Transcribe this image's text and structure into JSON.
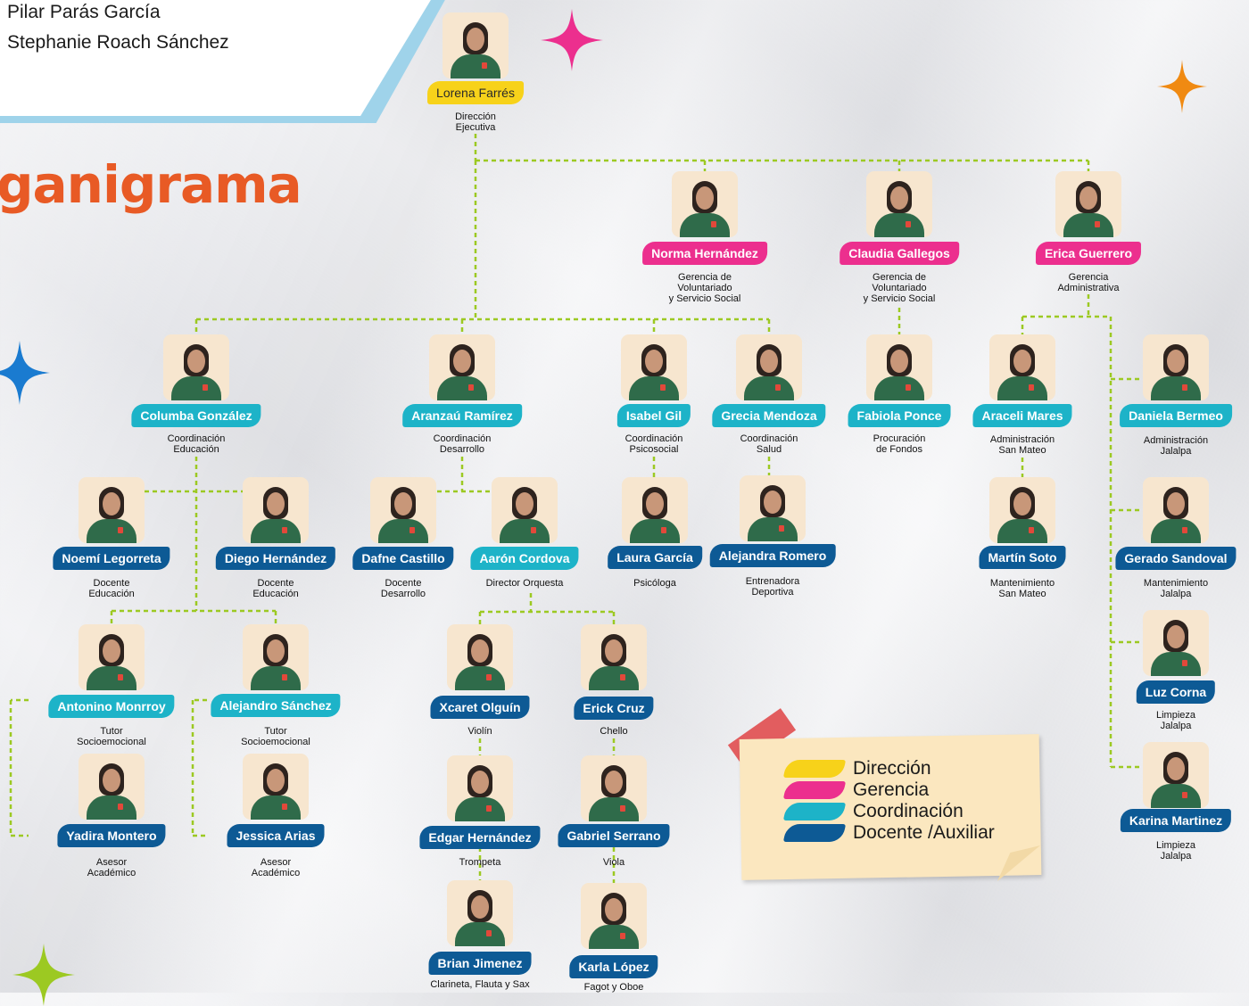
{
  "header": {
    "authors": [
      "Pilar Parás García",
      "Stephanie Roach Sánchez"
    ],
    "title": "ganigrama"
  },
  "people": [
    {
      "id": "lorena",
      "name": "Lorena Farrés",
      "role": "Dirección\nEjecutiva",
      "level": "direccion"
    },
    {
      "id": "norma",
      "name": "Norma Hernández",
      "role": "Gerencia de\nVoluntariado\ny Servicio Social",
      "level": "gerencia"
    },
    {
      "id": "claudia",
      "name": "Claudia Gallegos",
      "role": "Gerencia de\nVoluntariado\ny Servicio Social",
      "level": "gerencia"
    },
    {
      "id": "erica",
      "name": "Erica Guerrero",
      "role": "Gerencia\nAdministrativa",
      "level": "gerencia"
    },
    {
      "id": "columba",
      "name": "Columba González",
      "role": "Coordinación\nEducación",
      "level": "coordinacion"
    },
    {
      "id": "aranzau",
      "name": "Aranzaú Ramírez",
      "role": "Coordinación\nDesarrollo",
      "level": "coordinacion"
    },
    {
      "id": "isabel",
      "name": "Isabel Gil",
      "role": "Coordinación\nPsicosocial",
      "level": "coordinacion"
    },
    {
      "id": "grecia",
      "name": "Grecia Mendoza",
      "role": "Coordinación\nSalud",
      "level": "coordinacion"
    },
    {
      "id": "fabiola",
      "name": "Fabiola Ponce",
      "role": "Procuración\nde Fondos",
      "level": "coordinacion"
    },
    {
      "id": "araceli",
      "name": "Araceli Mares",
      "role": "Administración\nSan Mateo",
      "level": "coordinacion"
    },
    {
      "id": "daniela",
      "name": "Daniela Bermeo",
      "role": "Administración\nJalalpa",
      "level": "coordinacion"
    },
    {
      "id": "noemi",
      "name": "Noemí Legorreta",
      "role": "Docente\nEducación",
      "level": "docente"
    },
    {
      "id": "diego",
      "name": "Diego Hernández",
      "role": "Docente\nEducación",
      "level": "docente"
    },
    {
      "id": "dafne",
      "name": "Dafne Castillo",
      "role": "Docente\nDesarrollo",
      "level": "docente"
    },
    {
      "id": "aaron",
      "name": "Aarón Cordova",
      "role": "Director Orquesta",
      "level": "coordinacion"
    },
    {
      "id": "laura",
      "name": "Laura García",
      "role": "Psicóloga",
      "level": "docente"
    },
    {
      "id": "alejandra",
      "name": "Alejandra Romero",
      "role": "Entrenadora\nDeportiva",
      "level": "docente"
    },
    {
      "id": "martin",
      "name": "Martín Soto",
      "role": "Mantenimiento\nSan Mateo",
      "level": "docente"
    },
    {
      "id": "gerado",
      "name": "Gerado Sandoval",
      "role": "Mantenimiento\nJalalpa",
      "level": "docente"
    },
    {
      "id": "antonino",
      "name": "Antonino Monrroy",
      "role": "Tutor\nSocioemocional",
      "level": "coordinacion"
    },
    {
      "id": "alejandro",
      "name": "Alejandro Sánchez",
      "role": "Tutor\nSocioemocional",
      "level": "coordinacion"
    },
    {
      "id": "xcaret",
      "name": "Xcaret Olguín",
      "role": "Violín",
      "level": "docente"
    },
    {
      "id": "erick",
      "name": "Erick Cruz",
      "role": "Chello",
      "level": "docente"
    },
    {
      "id": "luz",
      "name": "Luz Corna",
      "role": "Limpieza\nJalalpa",
      "level": "docente"
    },
    {
      "id": "yadira",
      "name": "Yadira Montero",
      "role": "Asesor\nAcadémico",
      "level": "docente"
    },
    {
      "id": "jessica",
      "name": "Jessica Arias",
      "role": "Asesor\nAcadémico",
      "level": "docente"
    },
    {
      "id": "edgar",
      "name": "Edgar Hernández",
      "role": "Trompeta",
      "level": "docente"
    },
    {
      "id": "gabriel",
      "name": "Gabriel Serrano",
      "role": "Viola",
      "level": "docente"
    },
    {
      "id": "karina",
      "name": "Karina Martinez",
      "role": "Limpieza\nJalalpa",
      "level": "docente"
    },
    {
      "id": "brian",
      "name": "Brian Jimenez",
      "role": "Clarineta, Flauta y Sax",
      "level": "docente"
    },
    {
      "id": "karla",
      "name": "Karla López",
      "role": "Fagot y Oboe",
      "level": "docente"
    }
  ],
  "legend": {
    "items": [
      {
        "label": "Dirección",
        "color": "#f7d21a"
      },
      {
        "label": "Gerencia",
        "color": "#ec2f8e"
      },
      {
        "label": "Coordinación",
        "color": "#1db3c8"
      },
      {
        "label": "Docente /Auxiliar",
        "color": "#0d5a95"
      }
    ]
  },
  "colors": {
    "connector": "#9cc922",
    "title": "#e85a25",
    "direccion": "#f7d21a",
    "gerencia": "#ec2f8e",
    "coordinacion": "#1db3c8",
    "docente": "#0d5a95"
  }
}
